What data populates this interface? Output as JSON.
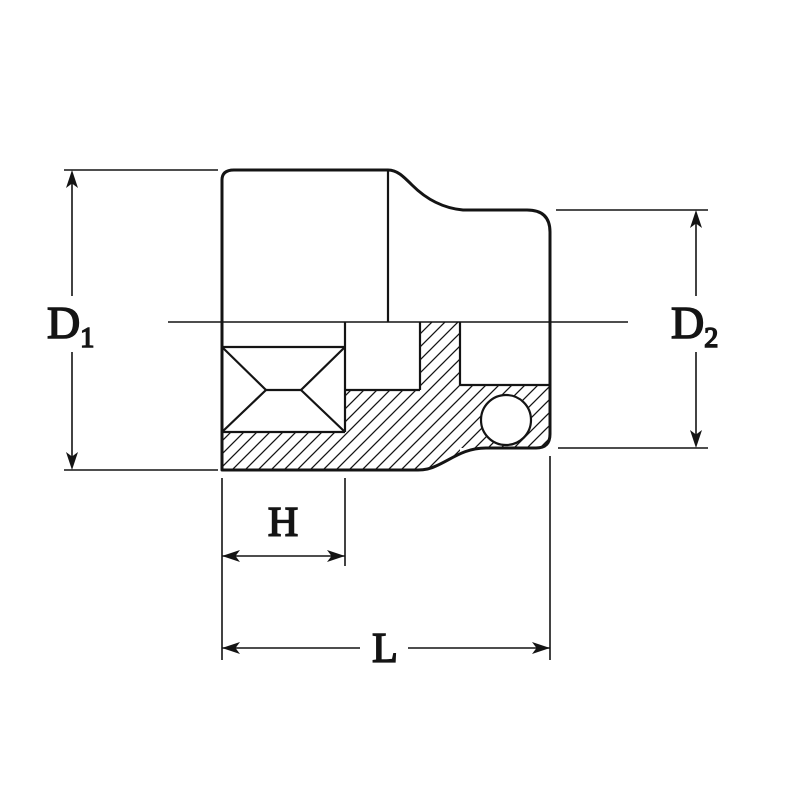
{
  "diagram": {
    "background": "#ffffff",
    "line_color": "#141414",
    "labels": {
      "d1_base": "D",
      "d1_sub": "1",
      "d2_base": "D",
      "d2_sub": "2",
      "h": "H",
      "l": "L"
    }
  }
}
